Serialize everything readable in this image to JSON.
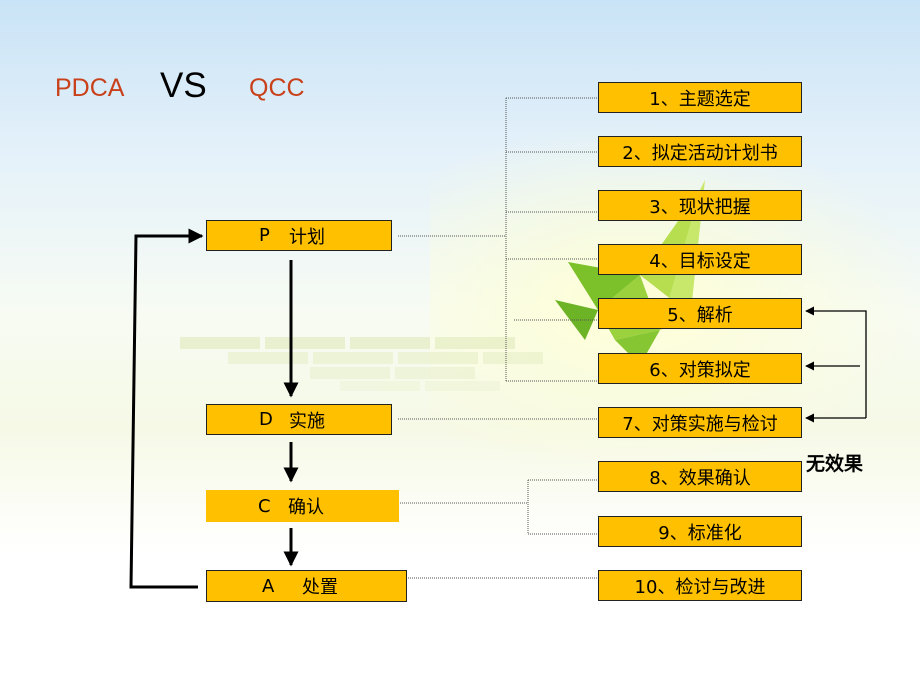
{
  "title": {
    "left": "PDCA",
    "middle": "VS",
    "right": "QCC"
  },
  "pdca": [
    {
      "key": "P",
      "label": "计划"
    },
    {
      "key": "D",
      "label": "实施"
    },
    {
      "key": "C",
      "label": "确认"
    },
    {
      "key": "A",
      "label": "处置"
    }
  ],
  "qcc_steps": [
    "1、主题选定",
    "2、拟定活动计划书",
    "3、现状把握",
    "4、目标设定",
    "5、解析",
    "6、对策拟定",
    "7、对策实施与检讨",
    "8、效果确认",
    "9、标准化",
    "10、检讨与改进"
  ],
  "feedback_note": "无效果",
  "colors": {
    "box_fill": "#ffc000",
    "title_accent": "#c8411a"
  }
}
